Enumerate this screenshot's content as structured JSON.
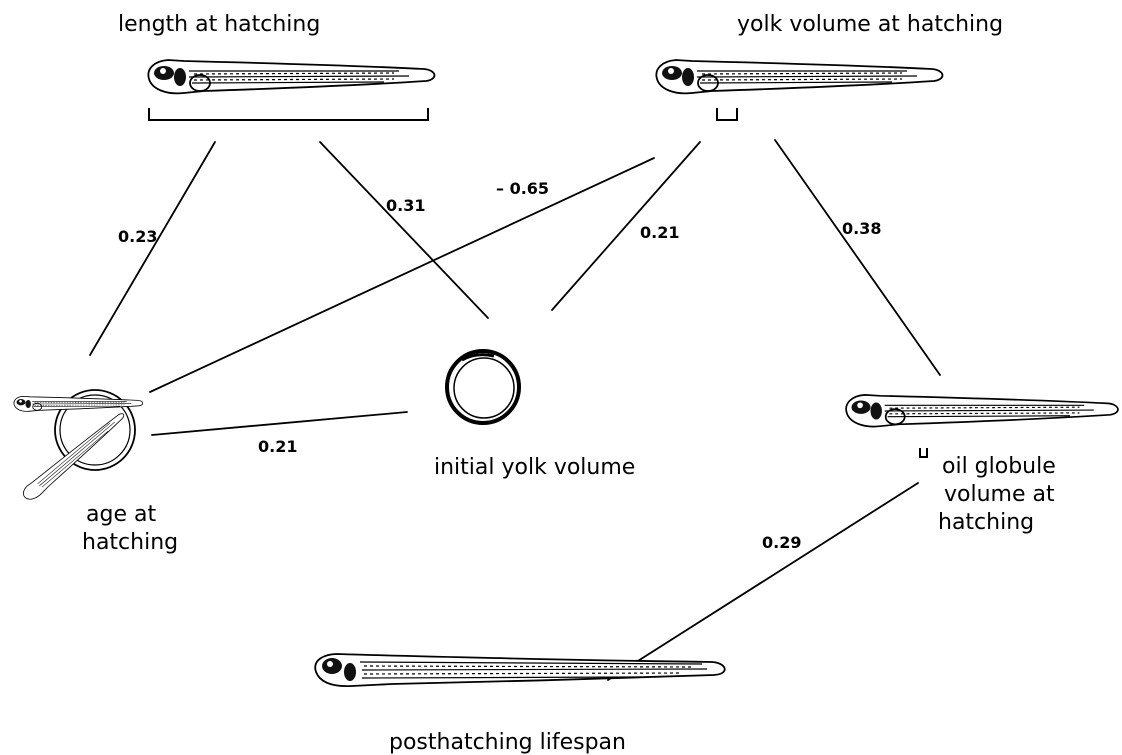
{
  "nodes": {
    "length_at_hatching": {
      "label": "length at hatching",
      "icon": "larva-icon"
    },
    "yolk_volume_at_hatching": {
      "label": "yolk volume at hatching",
      "icon": "larva-icon"
    },
    "age_at_hatching": {
      "label_lines": [
        "age at",
        "hatching"
      ],
      "icon": "hatching-egg-icon"
    },
    "initial_yolk_volume": {
      "label": "initial yolk volume",
      "icon": "egg-icon"
    },
    "oil_globule_volume_at_hatching": {
      "label_lines": [
        "oil globule",
        "volume at",
        "hatching"
      ],
      "icon": "larva-icon"
    },
    "posthatching_lifespan": {
      "label": "posthatching lifespan",
      "icon": "starved-larva-icon"
    }
  },
  "edges": [
    {
      "from": "length_at_hatching",
      "to": "age_at_hatching",
      "coefficient": "0.23"
    },
    {
      "from": "length_at_hatching",
      "to": "initial_yolk_volume",
      "coefficient": "0.31"
    },
    {
      "from": "yolk_volume_at_hatching",
      "to": "age_at_hatching",
      "coefficient": "– 0.65"
    },
    {
      "from": "yolk_volume_at_hatching",
      "to": "initial_yolk_volume",
      "coefficient": "0.21"
    },
    {
      "from": "yolk_volume_at_hatching",
      "to": "oil_globule_volume_at_hatching",
      "coefficient": "0.38"
    },
    {
      "from": "age_at_hatching",
      "to": "initial_yolk_volume",
      "coefficient": "0.21"
    },
    {
      "from": "oil_globule_volume_at_hatching",
      "to": "posthatching_lifespan",
      "coefficient": "0.29"
    }
  ]
}
